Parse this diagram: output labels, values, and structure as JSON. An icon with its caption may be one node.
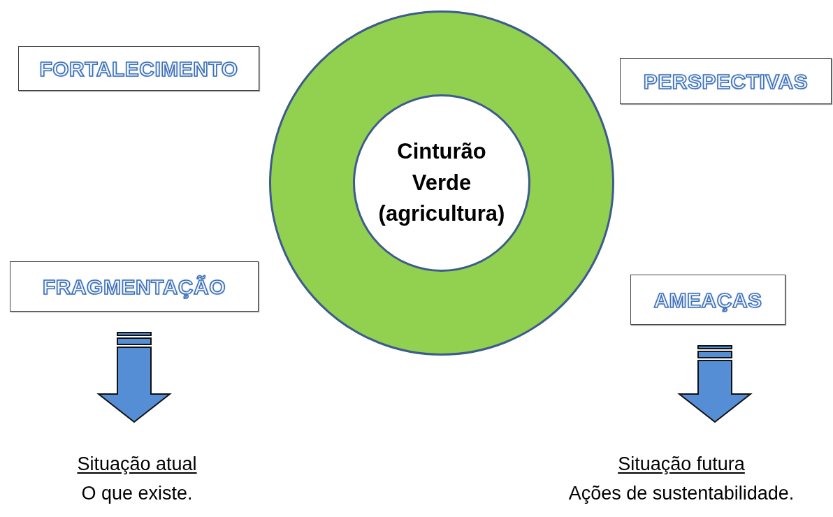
{
  "diagram": {
    "nodes": [
      {
        "text": [
          "FORTALECIMENTO"
        ]
      },
      {
        "text": [],
        "shape": "circle"
      },
      {
        "text": [
          "Cinturão Verde (agricultura)"
        ],
        "in": 1
      },
      {
        "text": [
          "PERSPECTIVAS"
        ]
      },
      {
        "text": [
          "FRAGMENTAÇÃO"
        ]
      },
      {
        "text": [
          "AMEAÇAS"
        ]
      },
      {
        "text": [
          "Situação atual",
          "O que existe."
        ]
      },
      {
        "text": [
          "Situação futura",
          "Ações de sustentabilidade."
        ]
      }
    ],
    "edges": [
      {
        "from": 4,
        "to": 6,
        "arrow": "to",
        "style": "thick"
      },
      {
        "from": 5,
        "to": 7,
        "arrow": "to",
        "style": "thick"
      }
    ]
  }
}
